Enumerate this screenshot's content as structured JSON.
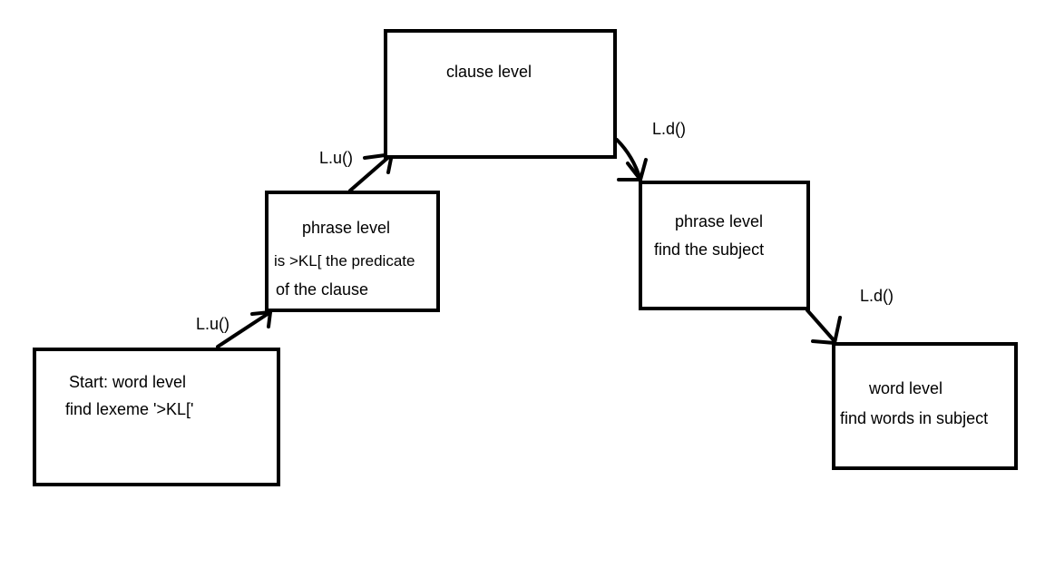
{
  "diagram": {
    "boxes": {
      "word_start": {
        "line1": "Start: word level",
        "line2": "find lexeme '>KL['"
      },
      "phrase_up": {
        "line1": "phrase level",
        "line2": "is >KL[ the predicate",
        "line3": "of the clause"
      },
      "clause": {
        "line1": "clause level"
      },
      "phrase_down": {
        "line1": "phrase level",
        "line2": "find the subject"
      },
      "word_end": {
        "line1": "word level",
        "line2": "find words in subject"
      }
    },
    "arrow_labels": {
      "up1": "L.u()",
      "up2": "L.u()",
      "down1": "L.d()",
      "down2": "L.d()"
    }
  }
}
